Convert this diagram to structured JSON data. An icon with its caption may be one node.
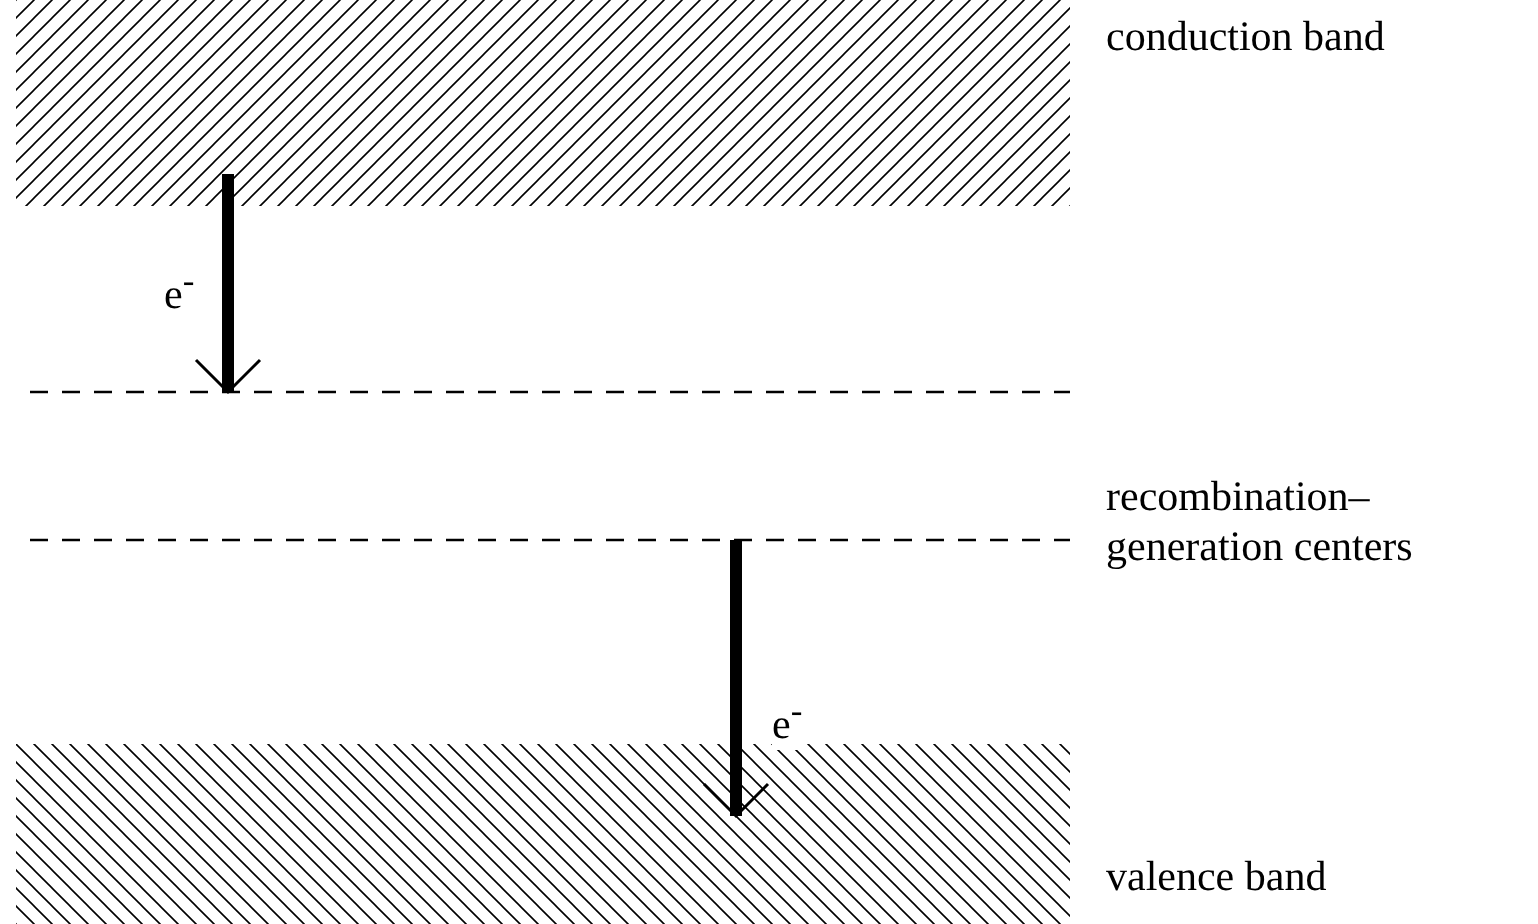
{
  "diagram": {
    "nodes": [
      {
        "text": [
          "conduction band"
        ]
      },
      {
        "text": [],
        "shape": "line"
      },
      {
        "text": [],
        "shape": "line"
      },
      {
        "text": [
          "valence band"
        ]
      }
    ],
    "edges": [
      {
        "from": 0,
        "to": 1,
        "arrow": "to",
        "label": "e$^{-}$"
      },
      {
        "from": 2,
        "to": 3,
        "arrow": "to",
        "label": "e$^{-}$"
      }
    ],
    "labels": [
      "recombination– generation centers"
    ]
  }
}
